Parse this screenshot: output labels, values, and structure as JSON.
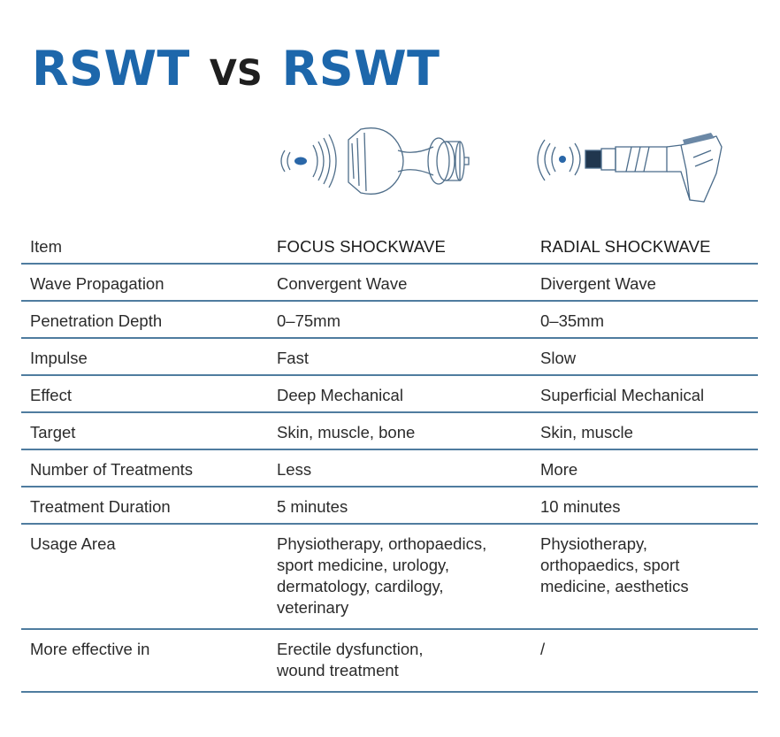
{
  "title": {
    "left_word": "RSWT",
    "vs": "VS",
    "right_word": "RSWT"
  },
  "colors": {
    "title_blue": "#1d67ab",
    "rule_blue": "#4f7c9f",
    "text": "#2b2b2b"
  },
  "table": {
    "header": {
      "item": "Item",
      "col1": "FOCUS SHOCKWAVE",
      "col2": "RADIAL SHOCKWAVE"
    },
    "rows": [
      {
        "item": "Wave Propagation",
        "focus": "Convergent Wave",
        "radial": "Divergent Wave"
      },
      {
        "item": "Penetration Depth",
        "focus": "0–75mm",
        "radial": "0–35mm"
      },
      {
        "item": "Impulse",
        "focus": "Fast",
        "radial": "Slow"
      },
      {
        "item": "Effect",
        "focus": "Deep Mechanical",
        "radial": "Superficial Mechanical"
      },
      {
        "item": "Target",
        "focus": "Skin, muscle, bone",
        "radial": "Skin, muscle"
      },
      {
        "item": "Number of Treatments",
        "focus": "Less",
        "radial": "More"
      },
      {
        "item": "Treatment Duration",
        "focus": "5 minutes",
        "radial": "10 minutes"
      },
      {
        "item": "Usage Area",
        "focus_lines": [
          "Physiotherapy, orthopaedics,",
          "sport medicine, urology,",
          "dermatology, cardilogy,",
          "veterinary"
        ],
        "radial_lines": [
          "Physiotherapy,",
          "orthopaedics, sport",
          "medicine, aesthetics"
        ]
      },
      {
        "item": "More effective in",
        "focus_lines": [
          "Erectile dysfunction,",
          "wound treatment"
        ],
        "radial_lines": [
          "/"
        ]
      }
    ]
  }
}
